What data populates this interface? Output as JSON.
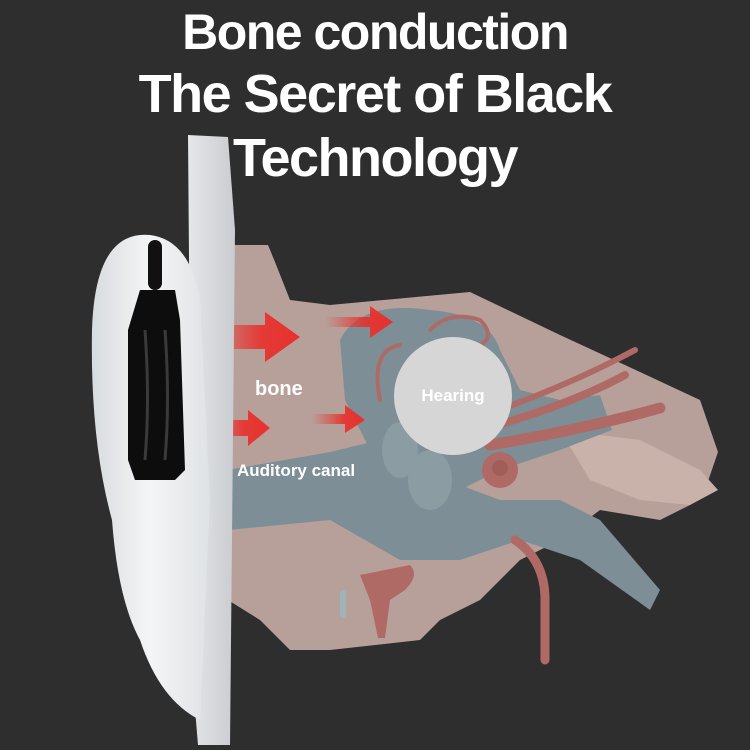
{
  "header": {
    "title_line1": "Bone conduction",
    "title_line2": "The Secret of Black Technology"
  },
  "labels": {
    "bone": "bone",
    "auditory_canal": "Auditory canal",
    "hearing": "Hearing"
  },
  "colors": {
    "background": "#2e2e2e",
    "arrow": "#e8302c",
    "tissue": "#b8a09a",
    "canal": "#7d8e96",
    "vessel": "#b06a66",
    "ear": "#eef0f2",
    "hearing_circle": "#d6d6d6"
  }
}
